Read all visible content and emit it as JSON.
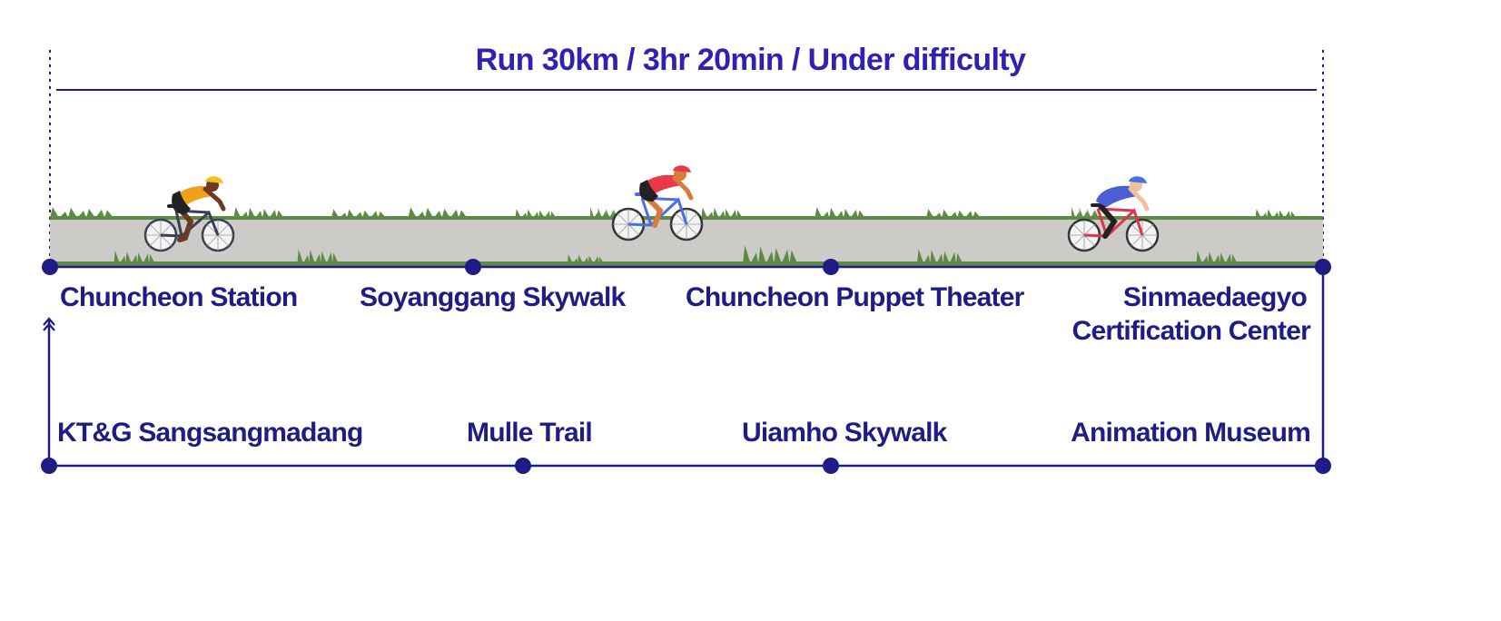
{
  "route": {
    "title": "Run 30km / 3hr 20min / Under difficulty",
    "top_stops": [
      {
        "name": "Chuncheon Station"
      },
      {
        "name": "Soyanggang Skywalk"
      },
      {
        "name": "Chuncheon Puppet Theater"
      },
      {
        "name_line1": "Sinmaedaegyo",
        "name_line2": "Certification Center"
      }
    ],
    "bottom_stops": [
      {
        "name": "KT&G Sangsangmadang"
      },
      {
        "name": "Mulle Trail"
      },
      {
        "name": "Uiamho Skywalk"
      },
      {
        "name": "Animation Museum"
      }
    ]
  },
  "colors": {
    "text": "#1f1c86",
    "title": "#2f22b3",
    "line": "#1f1c86",
    "road": "#cdcbc8",
    "grass": "#5e8a45",
    "rider1_jersey": "#f2a01a",
    "rider2_jersey": "#e8384a",
    "rider3_jersey": "#4a5ed6",
    "bike1_frame": "#3a3f52",
    "bike2_frame": "#4a6fe0",
    "bike3_frame": "#e2334a"
  },
  "icons": [
    "cyclist-orange-icon",
    "cyclist-red-icon",
    "cyclist-blue-icon",
    "arrow-up-icon"
  ]
}
